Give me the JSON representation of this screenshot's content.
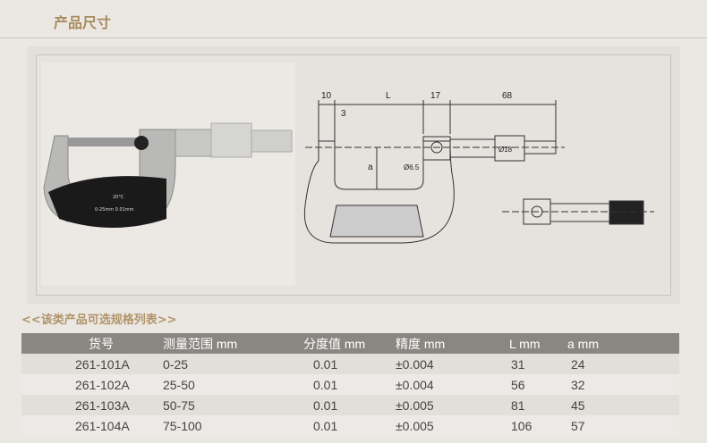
{
  "header": {
    "title": "产品尺寸"
  },
  "photo": {
    "label_temp": "20°C",
    "label_range": "0-25mm 0.01mm"
  },
  "drawing": {
    "dims": {
      "d10": "10",
      "L": "L",
      "d3": "3",
      "d17": "17",
      "d68": "68",
      "a": "a",
      "phi65": "Ø6.5",
      "phi18": "Ø18"
    }
  },
  "spec": {
    "heading": "<<该类产品可选规格列表>>",
    "columns": [
      "货号",
      "测量范围 mm",
      "分度值 mm",
      "精度 mm",
      "L mm",
      "a mm"
    ],
    "rows": [
      [
        "261-101A",
        "0-25",
        "0.01",
        "±0.004",
        "31",
        "24"
      ],
      [
        "261-102A",
        "25-50",
        "0.01",
        "±0.004",
        "56",
        "32"
      ],
      [
        "261-103A",
        "50-75",
        "0.01",
        "±0.005",
        "81",
        "45"
      ],
      [
        "261-104A",
        "75-100",
        "0.01",
        "±0.005",
        "106",
        "57"
      ]
    ]
  }
}
